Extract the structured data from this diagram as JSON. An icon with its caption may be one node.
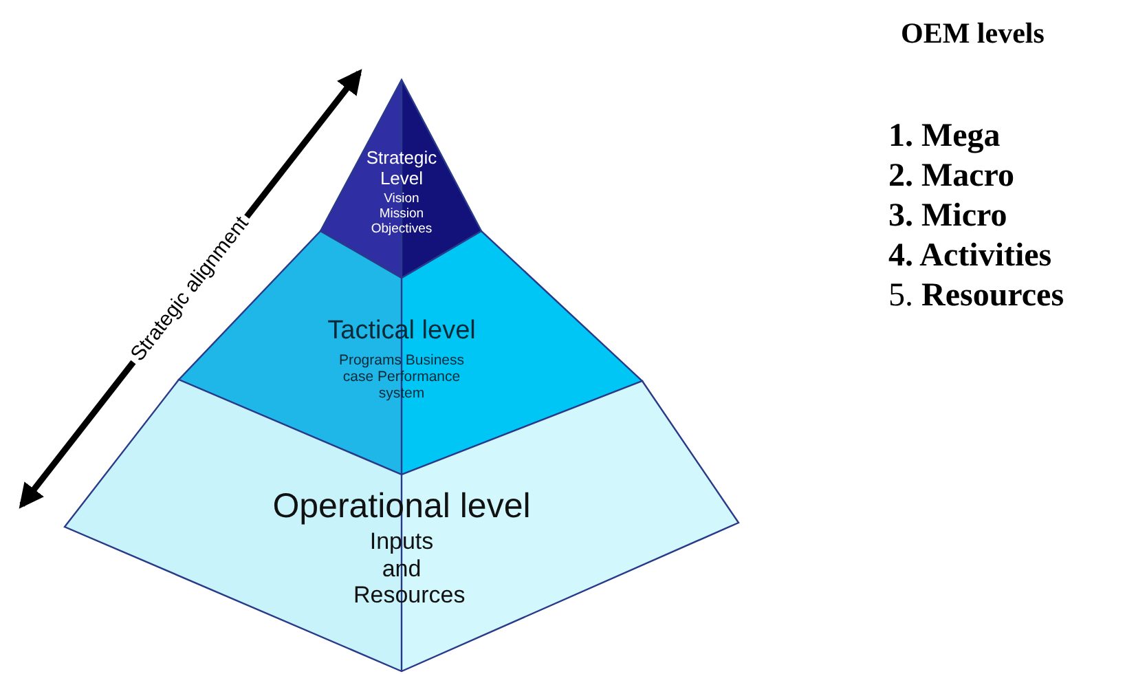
{
  "diagram": {
    "nodes": [
      {
        "text": [
          "Strategic Level",
          "Vision Mission Objectives"
        ]
      },
      {
        "text": [
          "Tactical level",
          "Programs Business case Performance system"
        ]
      },
      {
        "text": [
          "Operational level",
          "Inputs and Resources"
        ]
      }
    ],
    "labels": [
      "Strategic alignment",
      "OEM levels",
      "1. Mega",
      "2. Macro",
      "3. Micro",
      "4. Activities",
      "5. **Resources**"
    ]
  }
}
